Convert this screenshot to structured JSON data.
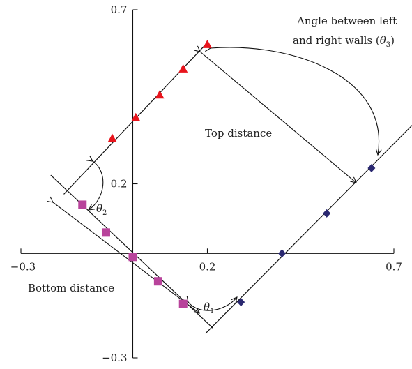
{
  "chart_data": {
    "type": "scatter",
    "xlim": [
      -0.3,
      0.7
    ],
    "ylim": [
      -0.3,
      0.7
    ],
    "xticks": [
      {
        "value": -0.3,
        "label": "−0.3"
      },
      {
        "value": 0.2,
        "label": "0.2"
      },
      {
        "value": 0.7,
        "label": "0.7"
      }
    ],
    "yticks": [
      {
        "value": 0.7,
        "label": "0.7"
      },
      {
        "value": 0.2,
        "label": "0.2"
      },
      {
        "value": -0.3,
        "label": "−0.3"
      }
    ],
    "grid": false,
    "series": [
      {
        "marker": "triangle",
        "color": "#e8141c",
        "points": [
          [
            -0.055,
            0.33
          ],
          [
            0.008,
            0.39
          ],
          [
            0.072,
            0.455
          ],
          [
            0.135,
            0.53
          ],
          [
            0.2,
            0.6
          ]
        ]
      },
      {
        "marker": "square",
        "color": "#b8439b",
        "points": [
          [
            -0.135,
            0.14
          ],
          [
            -0.072,
            0.06
          ],
          [
            0.0,
            -0.01
          ],
          [
            0.068,
            -0.08
          ],
          [
            0.135,
            -0.145
          ]
        ]
      },
      {
        "marker": "diamond",
        "color": "#2a2870",
        "points": [
          [
            0.29,
            -0.14
          ],
          [
            0.4,
            0.0
          ],
          [
            0.52,
            0.115
          ],
          [
            0.64,
            0.245
          ]
        ]
      }
    ],
    "fit_lines": [
      {
        "from": [
          -0.185,
          0.17
        ],
        "to": [
          0.195,
          0.6
        ]
      },
      {
        "from": [
          -0.22,
          0.225
        ],
        "to": [
          0.215,
          -0.215
        ]
      },
      {
        "from": [
          0.195,
          -0.23
        ],
        "to": [
          0.76,
          0.38
        ]
      }
    ],
    "annotations": {
      "theta3_line1": "Angle between left",
      "theta3_line2_prefix": "and right walls (",
      "theta3_symbol": "θ",
      "theta3_sub": "3",
      "theta3_line2_suffix": ")",
      "top_distance": "Top distance",
      "bottom_distance": "Bottom distance",
      "theta1_symbol": "θ",
      "theta1_sub": "1",
      "theta2_symbol": "θ",
      "theta2_sub": "2"
    }
  }
}
